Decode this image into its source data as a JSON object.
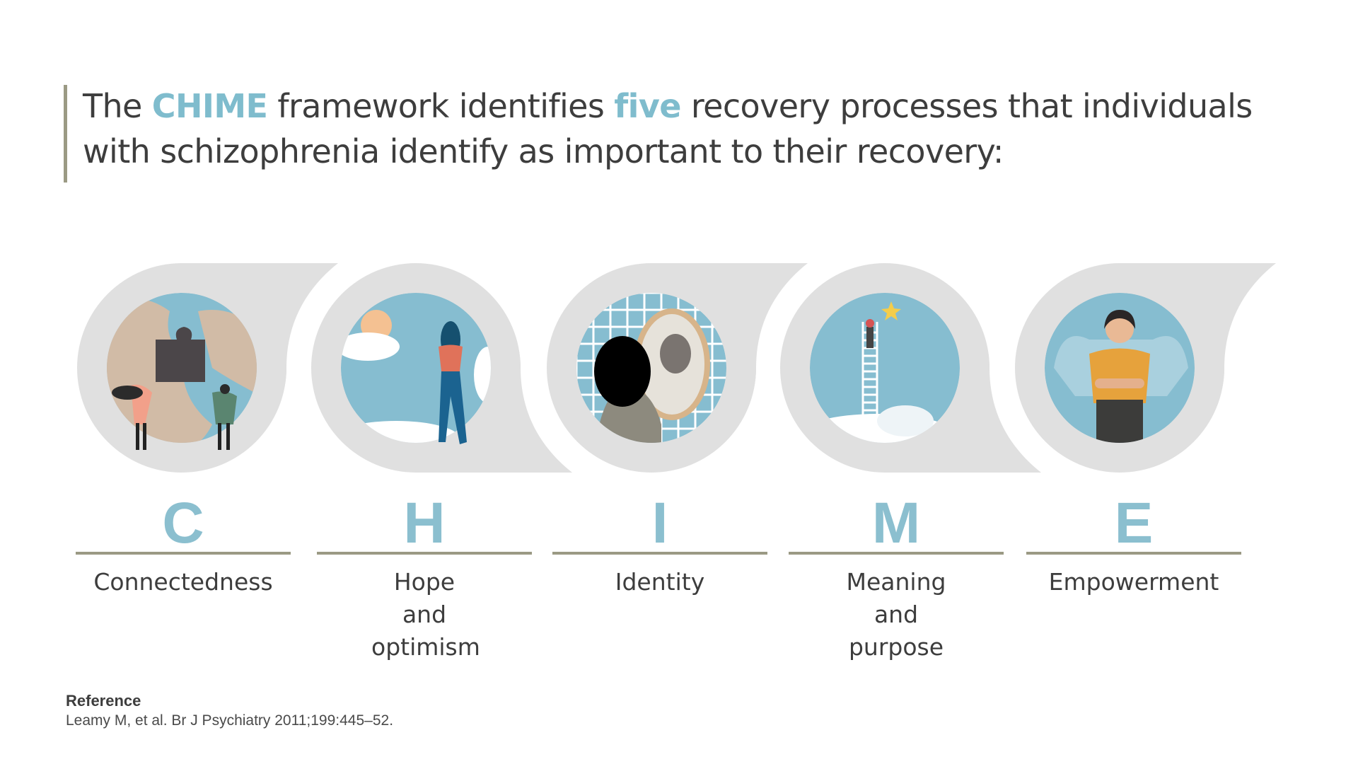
{
  "headline": {
    "part1": "The ",
    "highlight1": "CHIME",
    "part2": " framework identifies ",
    "highlight2": "five",
    "part3": " recovery processes that individuals with schizophrenia identify as important to their recovery:"
  },
  "colors": {
    "accent": "#7fbccd",
    "rule": "#9b9a84",
    "shape": "#e0e0e0",
    "text": "#3d3d3d"
  },
  "processes": [
    {
      "letter": "C",
      "label": "Connectedness",
      "icon": "globe-puzzle-icon"
    },
    {
      "letter": "H",
      "label": "Hope and optimism",
      "icon": "woman-sky-icon"
    },
    {
      "letter": "I",
      "label": "Identity",
      "icon": "mirror-icon"
    },
    {
      "letter": "M",
      "label": "Meaning and purpose",
      "icon": "ladder-star-icon"
    },
    {
      "letter": "E",
      "label": "Empowerment",
      "icon": "strong-woman-icon"
    }
  ],
  "reference": {
    "title": "Reference",
    "citation": "Leamy M, et al. Br J Psychiatry 2011;199:445–52."
  }
}
